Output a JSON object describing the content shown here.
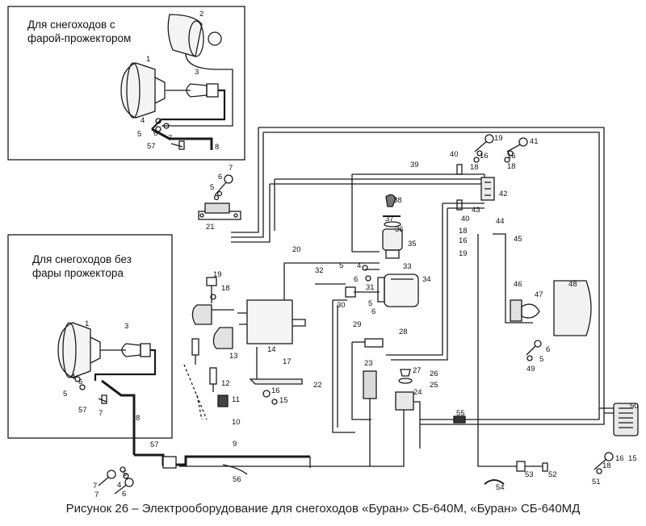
{
  "inset_top": {
    "title_line1": "Для снегоходов с",
    "title_line2": "фарой-прожектором"
  },
  "inset_bottom": {
    "title_line1": "Для снегоходов без",
    "title_line2": "фары прожектора"
  },
  "caption": "Рисунок 26 – Электрооборудование для снегоходов «Буран» СБ-640М, «Буран» СБ-640МД",
  "callouts": [
    "1",
    "2",
    "3",
    "4",
    "5",
    "6",
    "57",
    "7",
    "8",
    "7",
    "6",
    "5",
    "21",
    "19",
    "18",
    "13",
    "12",
    "11",
    "10",
    "14",
    "17",
    "16",
    "15",
    "32",
    "20",
    "5",
    "4",
    "6",
    "38",
    "37",
    "36",
    "35",
    "31",
    "33",
    "34",
    "30",
    "5",
    "6",
    "29",
    "28",
    "22",
    "23",
    "27",
    "26",
    "25",
    "24",
    "55",
    "19",
    "41",
    "40",
    "16",
    "18",
    "16",
    "18",
    "39",
    "42",
    "43",
    "40",
    "18",
    "16",
    "19",
    "44",
    "45",
    "46",
    "47",
    "48",
    "6",
    "5",
    "49",
    "50",
    "15",
    "16",
    "18",
    "51",
    "52",
    "53",
    "54",
    "56",
    "9",
    "57",
    "5",
    "4",
    "6",
    "7",
    "7",
    "1",
    "3",
    "4",
    "6",
    "5",
    "57",
    "7",
    "8"
  ],
  "colors": {
    "line": "#1a1a1a",
    "fill_dark": "#2a2a2a",
    "fill_light": "#e6e6e6"
  }
}
